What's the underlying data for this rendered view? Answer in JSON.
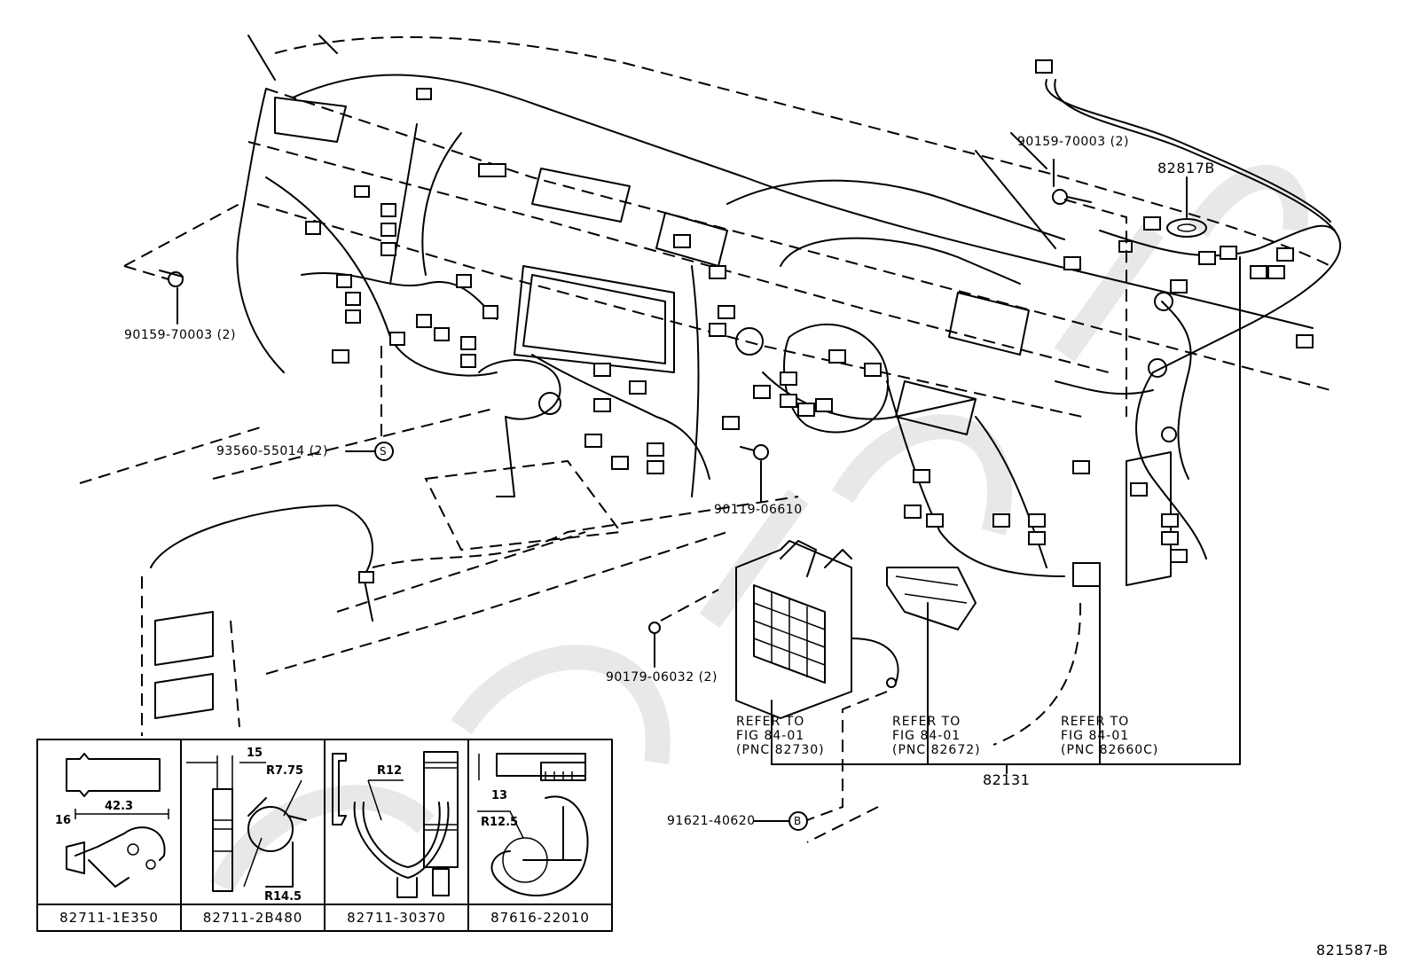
{
  "diagram": {
    "code": "821587-B",
    "callouts": [
      {
        "id": "bolt-upper-right",
        "part": "90159-70003 (2)"
      },
      {
        "id": "grommet",
        "part": "82817B"
      },
      {
        "id": "bolt-left",
        "part": "90159-70003 (2)"
      },
      {
        "id": "screw-s",
        "part": "93560-55014 (2)",
        "marker": "S"
      },
      {
        "id": "bolt-center",
        "part": "90119-06610"
      },
      {
        "id": "nut",
        "part": "90179-06032 (2)"
      },
      {
        "id": "clip-b",
        "part": "91621-40620",
        "marker": "B"
      },
      {
        "id": "harness",
        "part": "82131"
      }
    ],
    "references": [
      {
        "line1": "REFER TO",
        "line2": "FIG 84-01",
        "line3": "(PNC 82730)"
      },
      {
        "line1": "REFER TO",
        "line2": "FIG 84-01",
        "line3": "(PNC 82672)"
      },
      {
        "line1": "REFER TO",
        "line2": "FIG 84-01",
        "line3": "(PNC 82660C)"
      }
    ],
    "clip_table": [
      {
        "part": "82711-1E350",
        "dims": [
          "42.3",
          "16"
        ]
      },
      {
        "part": "82711-2B480",
        "dims": [
          "15",
          "R7.75",
          "R14.5"
        ]
      },
      {
        "part": "82711-30370",
        "dims": [
          "R12"
        ]
      },
      {
        "part": "87616-22010",
        "dims": [
          "13",
          "R12.5"
        ]
      }
    ]
  }
}
